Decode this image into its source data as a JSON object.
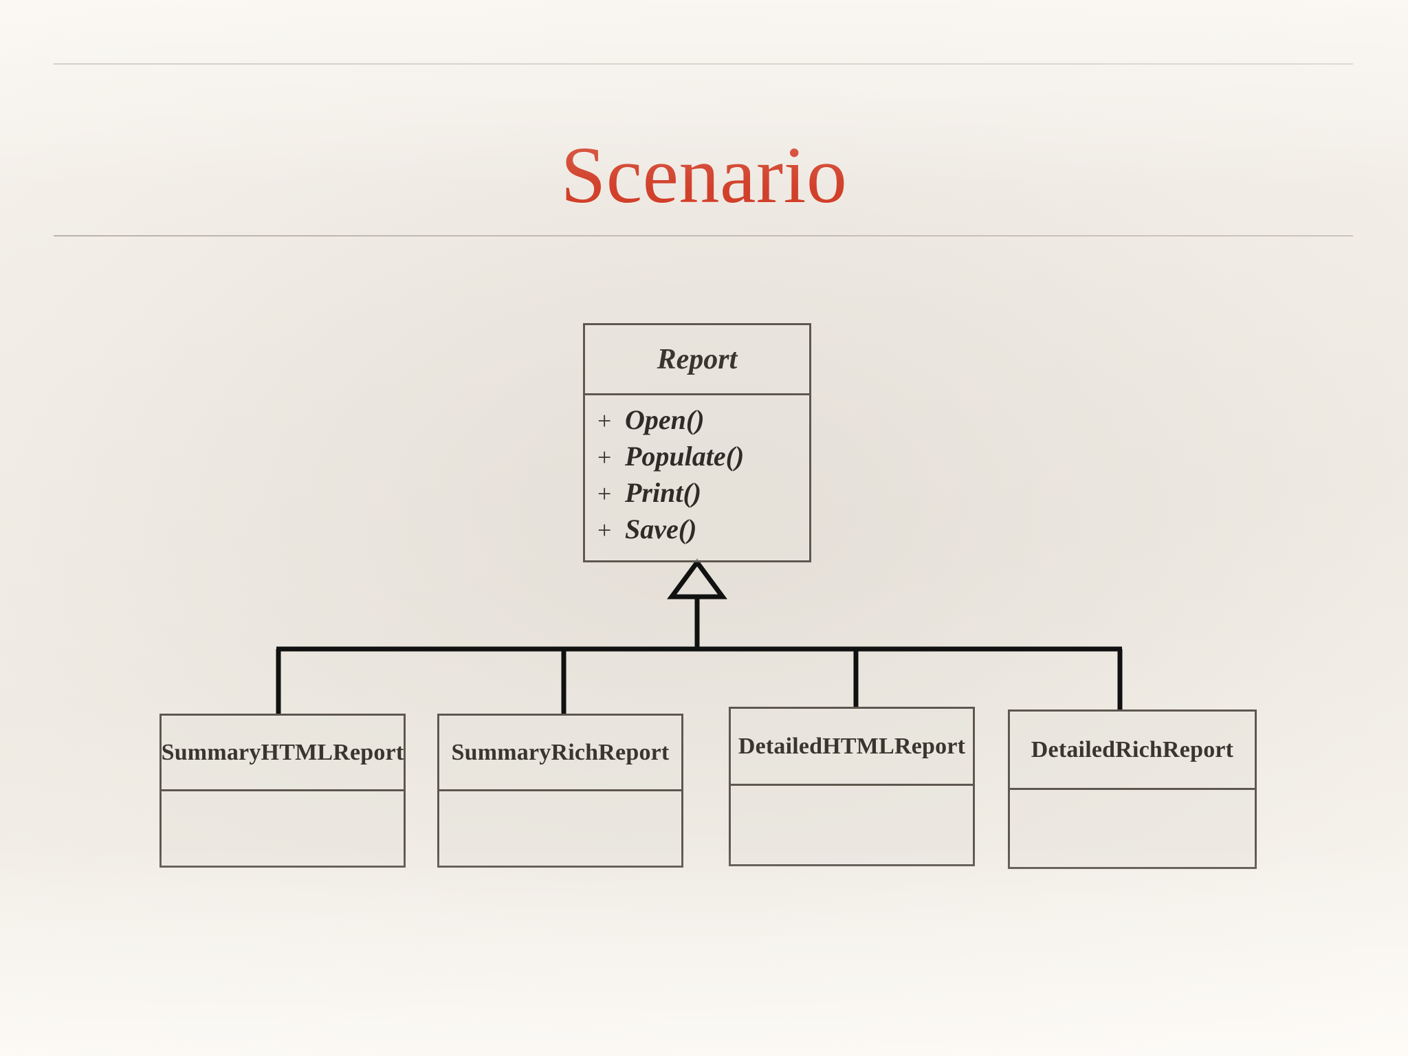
{
  "slide": {
    "title": "Scenario",
    "title_color": "#d1402a",
    "background_color": "#f7f3ed",
    "rule_color": "#c0bab2"
  },
  "diagram": {
    "type": "uml-class-diagram",
    "relationship": "generalization",
    "line_color": "#111111",
    "box_border_color": "#5d574f",
    "box_fill_color": "#e8e4dd",
    "base_class": {
      "name": "Report",
      "stereotype": "abstract",
      "attributes": [],
      "methods": [
        {
          "visibility": "+",
          "signature": "Open()"
        },
        {
          "visibility": "+",
          "signature": "Populate()"
        },
        {
          "visibility": "+",
          "signature": "Print()"
        },
        {
          "visibility": "+",
          "signature": "Save()"
        }
      ]
    },
    "subclasses": [
      {
        "name": "SummaryHTMLReport",
        "attributes": [],
        "methods": []
      },
      {
        "name": "SummaryRichReport",
        "attributes": [],
        "methods": []
      },
      {
        "name": "DetailedHTMLReport",
        "attributes": [],
        "methods": []
      },
      {
        "name": "DetailedRichReport",
        "attributes": [],
        "methods": []
      }
    ]
  }
}
